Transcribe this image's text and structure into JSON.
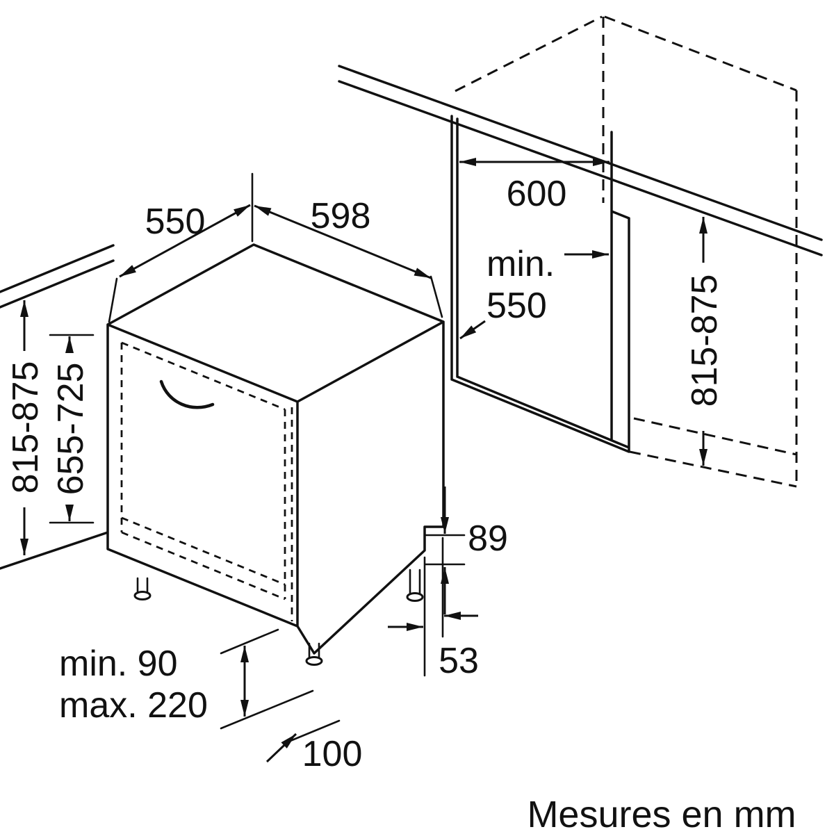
{
  "page": {
    "background": "#ffffff",
    "line_color": "#111111",
    "type": "appliance-installation-dimension-diagram"
  },
  "dimensions": {
    "top_depth_550": "550",
    "width_598": "598",
    "niche_width_600": "600",
    "niche_depth_min_label": "min.",
    "niche_depth_min_value": "550",
    "niche_height_815_875": "815-875",
    "appliance_height_815_875": "815-875",
    "door_height_655_725": "655-725",
    "recess_height_89": "89",
    "recess_depth_53": "53",
    "plinth_min_90": "min. 90",
    "plinth_max_220": "max. 220",
    "foot_inset_100": "100"
  },
  "footer": {
    "units_note": "Mesures en mm"
  }
}
